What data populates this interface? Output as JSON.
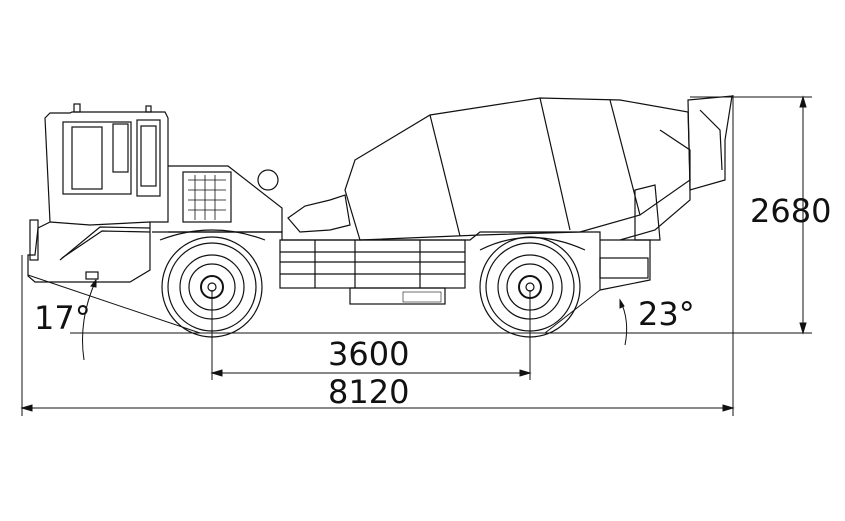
{
  "title": "Concrete mixer truck side elevation",
  "dimensions": {
    "height": "2680",
    "wheelbase": "3600",
    "overall_length": "8120",
    "approach_angle": "17°",
    "departure_angle": "23°"
  },
  "colors": {
    "line": "#111111",
    "background": "#ffffff"
  }
}
